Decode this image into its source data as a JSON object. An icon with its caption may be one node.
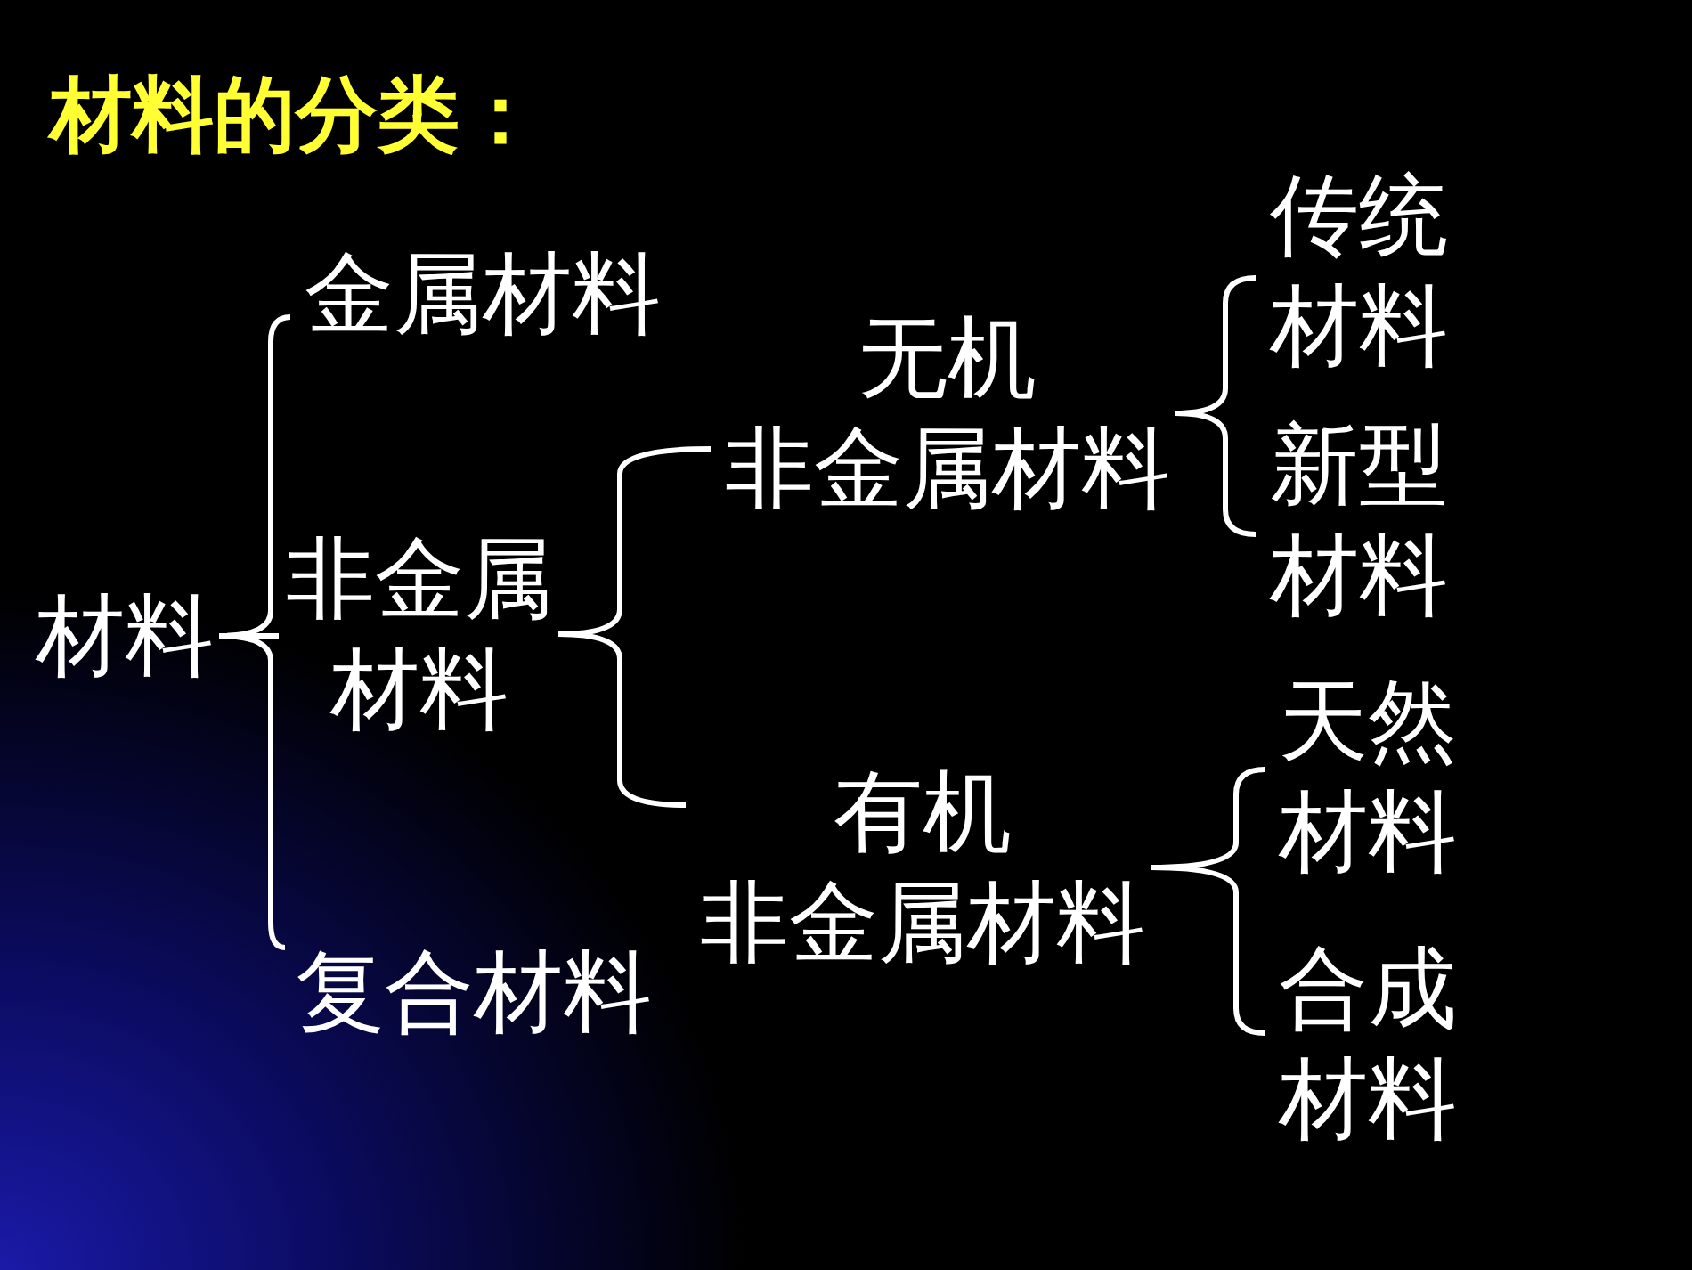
{
  "diagram": {
    "title": "材料的分类：",
    "nodes": [
      {
        "text": [
          "材料"
        ]
      },
      {
        "text": [
          "金属材料"
        ]
      },
      {
        "text": [
          "非金属材料"
        ]
      },
      {
        "text": [
          "复合材料"
        ]
      },
      {
        "text": [
          "无机非金属材料"
        ]
      },
      {
        "text": [
          "有机非金属材料"
        ]
      },
      {
        "text": [
          "传统材料"
        ]
      },
      {
        "text": [
          "新型材料"
        ]
      },
      {
        "text": [
          "天然材料"
        ]
      },
      {
        "text": [
          "合成材料"
        ]
      }
    ],
    "edges": [
      {
        "from": 0,
        "to": 1,
        "arrow": "none"
      },
      {
        "from": 0,
        "to": 2,
        "arrow": "none"
      },
      {
        "from": 0,
        "to": 3,
        "arrow": "none"
      },
      {
        "from": 2,
        "to": 4,
        "arrow": "none"
      },
      {
        "from": 2,
        "to": 5,
        "arrow": "none"
      },
      {
        "from": 4,
        "to": 6,
        "arrow": "none"
      },
      {
        "from": 4,
        "to": 7,
        "arrow": "none"
      },
      {
        "from": 5,
        "to": 8,
        "arrow": "none"
      },
      {
        "from": 5,
        "to": 9,
        "arrow": "none"
      }
    ]
  }
}
